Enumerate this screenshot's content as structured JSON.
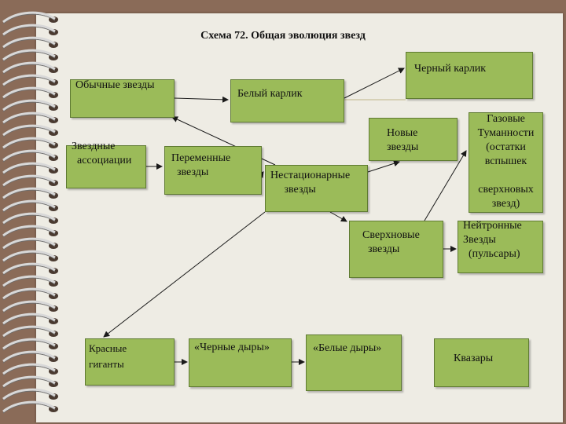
{
  "title": "Схема 72. Общая эволюция звезд",
  "nodes": {
    "ordinary_stars": "Обычные звезды",
    "white_dwarf": "Белый карлик",
    "black_dwarf": "Черный карлик",
    "stellar_associations": "Звездные\n  ассоциации",
    "variable_stars": "Переменные\n  звезды",
    "unstable_stars": "Нестационарные\n     звезды",
    "new_stars": "Новые\nзвезды",
    "gas_nebulae": "Газовые\nТуманности\n(остатки\nвспышек\n\nсверхновых\nзвезд)",
    "supernovae": "Сверхновые\n  звезды",
    "neutron_stars": "Нейтронные\nЗвезды\n  (пульсары)",
    "red_giants": "Красные\nгиганты",
    "black_holes": "«Черные дыры»",
    "white_holes": "«Белые дыры»",
    "quasars": "Квазары"
  },
  "colors": {
    "node_fill": "#9bbb59",
    "node_border": "#5e7a32",
    "arrow": "#1a1a1a",
    "white_dwarf_link": "#cfc8a8",
    "page": "#eeece4",
    "background": "#8a6b58"
  }
}
